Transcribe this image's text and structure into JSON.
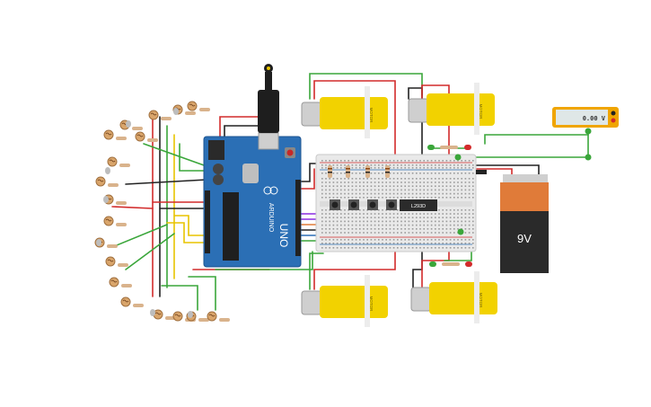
{
  "multimeter": {
    "reading": "0.00 V"
  },
  "battery": {
    "label": "9V"
  },
  "driver_chip": {
    "label": "L293D"
  },
  "arduino": {
    "model": "UNO",
    "brand": "ARDUINO"
  },
  "motors": [
    {
      "label": "MOTOR"
    },
    {
      "label": "MOTOR"
    },
    {
      "label": "MOTOR"
    },
    {
      "label": "MOTOR"
    }
  ],
  "colors": {
    "arduino_board": "#2b6fb5",
    "motor_body": "#f2d200",
    "battery_top": "#e07b39",
    "battery_body": "#2a2a2a",
    "wire_red": "#d22b2b",
    "wire_green": "#3aa63a",
    "wire_yellow": "#e8c400",
    "wire_black": "#222222",
    "wire_purple": "#8a2be2",
    "breadboard": "#e9e9e9"
  },
  "icons": [
    "usb-plug-icon",
    "led-icon",
    "photoresistor-icon",
    "resistor-icon",
    "pushbutton-icon"
  ]
}
